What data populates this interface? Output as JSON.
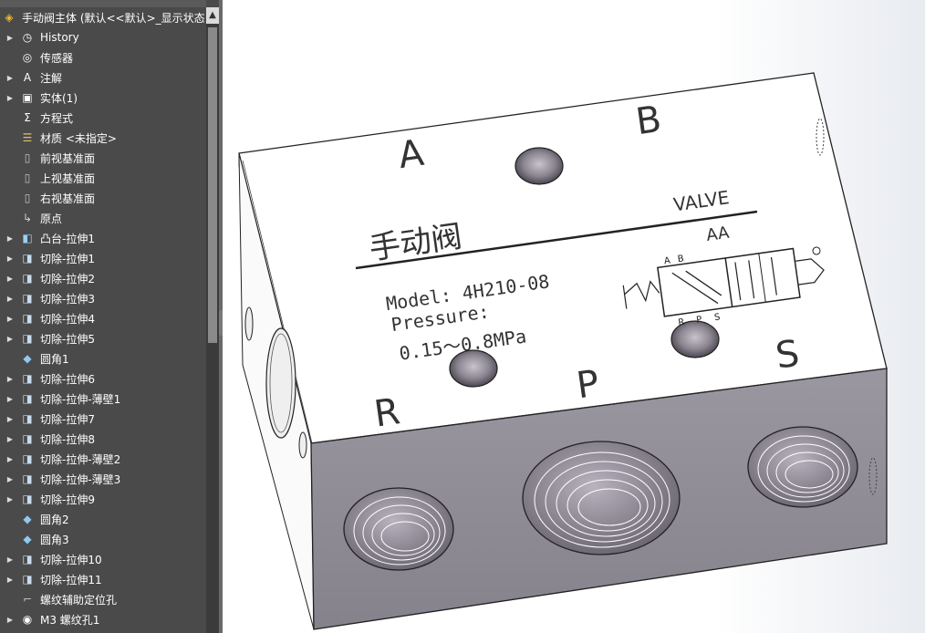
{
  "tree": {
    "items": [
      {
        "label": "手动阀主体 (默认<<默认>_显示状态",
        "icon": "part-icon",
        "expand": false,
        "indent": 0
      },
      {
        "label": "History",
        "icon": "history-icon",
        "expand": true,
        "indent": 1
      },
      {
        "label": "传感器",
        "icon": "sensor-icon",
        "expand": false,
        "indent": 1
      },
      {
        "label": "注解",
        "icon": "annotation-icon",
        "expand": true,
        "indent": 1
      },
      {
        "label": "实体(1)",
        "icon": "solid-bodies-icon",
        "expand": true,
        "indent": 1
      },
      {
        "label": "方程式",
        "icon": "equations-icon",
        "expand": false,
        "indent": 1
      },
      {
        "label": "材质 <未指定>",
        "icon": "material-icon",
        "expand": false,
        "indent": 1
      },
      {
        "label": "前视基准面",
        "icon": "plane-icon",
        "expand": false,
        "indent": 1
      },
      {
        "label": "上视基准面",
        "icon": "plane-icon",
        "expand": false,
        "indent": 1
      },
      {
        "label": "右视基准面",
        "icon": "plane-icon",
        "expand": false,
        "indent": 1
      },
      {
        "label": "原点",
        "icon": "origin-icon",
        "expand": false,
        "indent": 1
      },
      {
        "label": "凸台-拉伸1",
        "icon": "boss-extrude-icon",
        "expand": true,
        "indent": 1
      },
      {
        "label": "切除-拉伸1",
        "icon": "cut-extrude-icon",
        "expand": true,
        "indent": 1
      },
      {
        "label": "切除-拉伸2",
        "icon": "cut-extrude-icon",
        "expand": true,
        "indent": 1
      },
      {
        "label": "切除-拉伸3",
        "icon": "cut-extrude-icon",
        "expand": true,
        "indent": 1
      },
      {
        "label": "切除-拉伸4",
        "icon": "cut-extrude-icon",
        "expand": true,
        "indent": 1
      },
      {
        "label": "切除-拉伸5",
        "icon": "cut-extrude-icon",
        "expand": true,
        "indent": 1
      },
      {
        "label": "圆角1",
        "icon": "fillet-icon",
        "expand": false,
        "indent": 1
      },
      {
        "label": "切除-拉伸6",
        "icon": "cut-extrude-icon",
        "expand": true,
        "indent": 1
      },
      {
        "label": "切除-拉伸-薄壁1",
        "icon": "cut-extrude-icon",
        "expand": true,
        "indent": 1
      },
      {
        "label": "切除-拉伸7",
        "icon": "cut-extrude-icon",
        "expand": true,
        "indent": 1
      },
      {
        "label": "切除-拉伸8",
        "icon": "cut-extrude-icon",
        "expand": true,
        "indent": 1
      },
      {
        "label": "切除-拉伸-薄壁2",
        "icon": "cut-extrude-icon",
        "expand": true,
        "indent": 1
      },
      {
        "label": "切除-拉伸-薄壁3",
        "icon": "cut-extrude-icon",
        "expand": true,
        "indent": 1
      },
      {
        "label": "切除-拉伸9",
        "icon": "cut-extrude-icon",
        "expand": true,
        "indent": 1
      },
      {
        "label": "圆角2",
        "icon": "fillet-icon",
        "expand": false,
        "indent": 1
      },
      {
        "label": "圆角3",
        "icon": "fillet-icon",
        "expand": false,
        "indent": 1
      },
      {
        "label": "切除-拉伸10",
        "icon": "cut-extrude-icon",
        "expand": true,
        "indent": 1
      },
      {
        "label": "切除-拉伸11",
        "icon": "cut-extrude-icon",
        "expand": true,
        "indent": 1
      },
      {
        "label": "螺纹辅助定位孔",
        "icon": "sketch-icon",
        "expand": false,
        "indent": 1
      },
      {
        "label": "M3 螺纹孔1",
        "icon": "hole-wizard-icon",
        "expand": true,
        "indent": 1
      }
    ]
  },
  "model": {
    "port_a": "A",
    "port_b": "B",
    "port_r": "R",
    "port_p": "P",
    "port_s": "S",
    "name": "手动阀",
    "valve_label": "VALVE",
    "aa_label": "AA",
    "model_line": "Model: 4H210-08",
    "pressure_label": "Pressure:",
    "pressure_range": "0.15～0.8MPa",
    "sym_a": "A",
    "sym_b": "B",
    "sym_r": "R",
    "sym_p": "P",
    "sym_s": "S"
  },
  "colors": {
    "panel_bg": "#4a4a4a",
    "front_face": "#8b8890",
    "top_face": "#ffffff",
    "left_face": "#f4f4f4"
  }
}
